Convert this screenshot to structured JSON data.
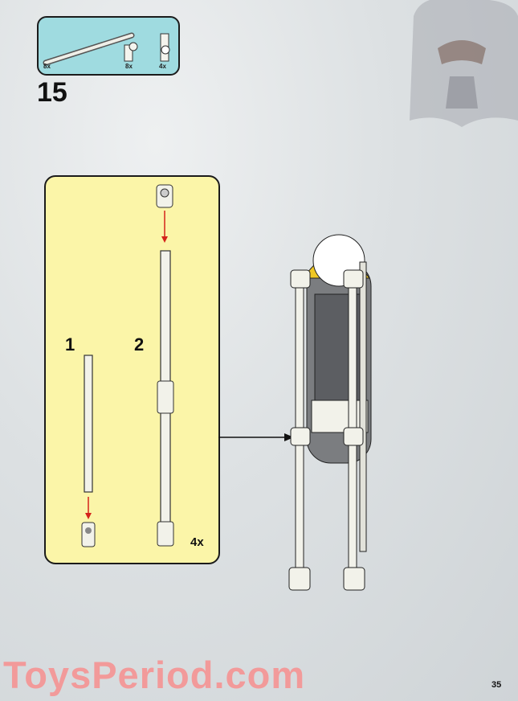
{
  "parts_list": {
    "items": [
      {
        "icon": "long-bar-icon",
        "qty": "8x"
      },
      {
        "icon": "bar-holder-clip-icon",
        "qty": "8x"
      },
      {
        "icon": "clip-connector-icon",
        "qty": "4x"
      }
    ]
  },
  "step": {
    "number": "15"
  },
  "substeps": {
    "step1_label": "1",
    "step2_label": "2",
    "multiplier": "4x"
  },
  "footer": {
    "watermark": "ToysPeriod.com",
    "page_number": "35"
  },
  "colors": {
    "parts_box": "#9fdbe0",
    "substep_panel": "#fbf5a8",
    "arrow_red": "#d4231b",
    "watermark": "#f29a9a"
  }
}
